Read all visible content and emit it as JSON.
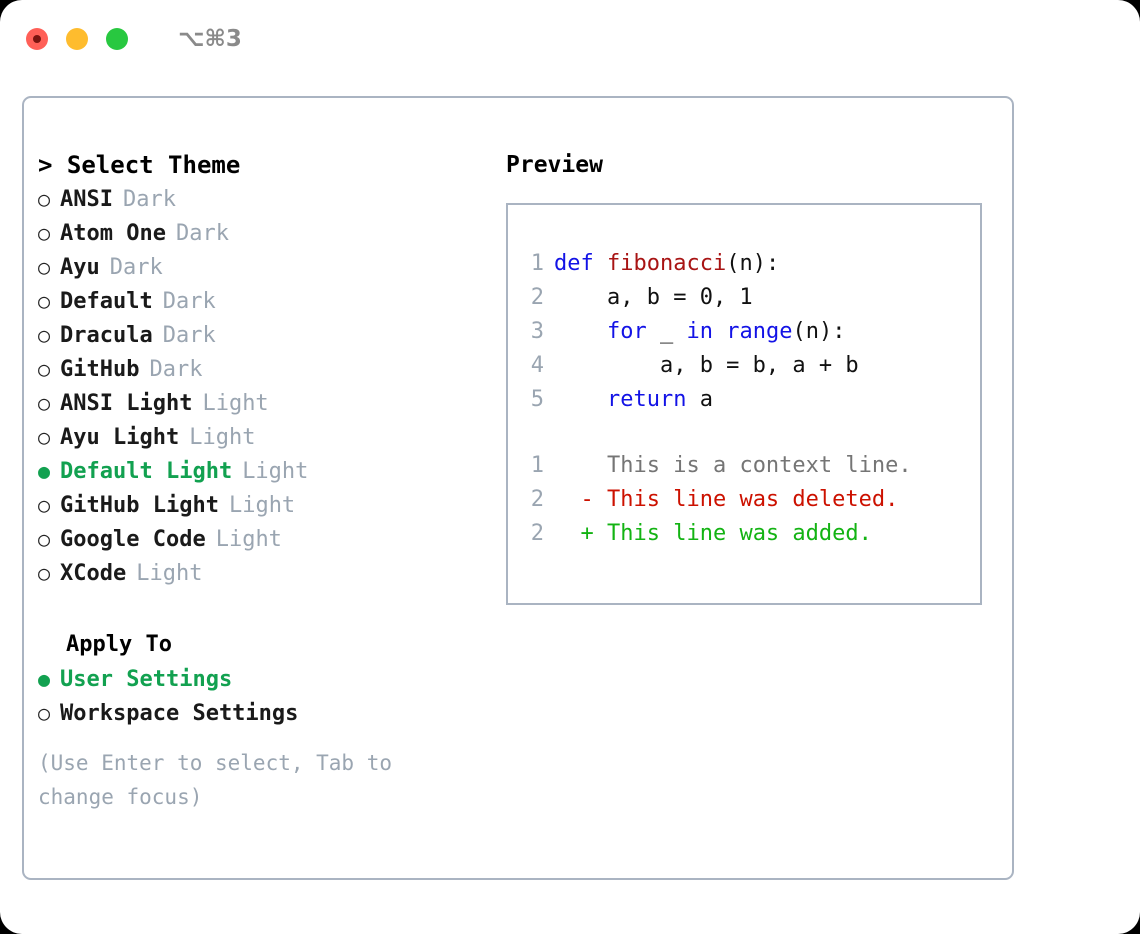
{
  "window": {
    "shortcut": "⌥⌘3",
    "traffic_lights": [
      {
        "name": "close",
        "color": "#ff5f57"
      },
      {
        "name": "minimize",
        "color": "#febc2e"
      },
      {
        "name": "maximize",
        "color": "#28c840"
      }
    ]
  },
  "theme_picker": {
    "header": "> Select Theme",
    "selected_bullet": "●",
    "unselected_bullet": "○",
    "accent_color": "#12a150",
    "items": [
      {
        "label": "ANSI",
        "suffix": "Dark",
        "selected": false
      },
      {
        "label": "Atom One",
        "suffix": "Dark",
        "selected": false
      },
      {
        "label": "Ayu",
        "suffix": "Dark",
        "selected": false
      },
      {
        "label": "Default",
        "suffix": "Dark",
        "selected": false
      },
      {
        "label": "Dracula",
        "suffix": "Dark",
        "selected": false
      },
      {
        "label": "GitHub",
        "suffix": "Dark",
        "selected": false
      },
      {
        "label": "ANSI Light",
        "suffix": "Light",
        "selected": false
      },
      {
        "label": "Ayu Light",
        "suffix": "Light",
        "selected": false
      },
      {
        "label": "Default Light",
        "suffix": "Light",
        "selected": true
      },
      {
        "label": "GitHub Light",
        "suffix": "Light",
        "selected": false
      },
      {
        "label": "Google Code",
        "suffix": "Light",
        "selected": false
      },
      {
        "label": "XCode",
        "suffix": "Light",
        "selected": false
      }
    ]
  },
  "apply_to": {
    "title": "Apply To",
    "items": [
      {
        "label": "User Settings",
        "selected": true
      },
      {
        "label": "Workspace Settings",
        "selected": false
      }
    ]
  },
  "hint": "(Use Enter to select, Tab to change focus)",
  "preview": {
    "title": "Preview",
    "code_lines": [
      {
        "num": "1",
        "tokens": [
          {
            "t": "def ",
            "c": "kw"
          },
          {
            "t": "fibonacci",
            "c": "fn"
          },
          {
            "t": "(n):",
            "c": "pl"
          }
        ]
      },
      {
        "num": "2",
        "tokens": [
          {
            "t": "    a, b = 0, 1",
            "c": "pl"
          }
        ]
      },
      {
        "num": "3",
        "tokens": [
          {
            "t": "    ",
            "c": "pl"
          },
          {
            "t": "for",
            "c": "kw"
          },
          {
            "t": " _ ",
            "c": "pl"
          },
          {
            "t": "in ",
            "c": "kw"
          },
          {
            "t": "range",
            "c": "kw"
          },
          {
            "t": "(n):",
            "c": "pl"
          }
        ]
      },
      {
        "num": "4",
        "tokens": [
          {
            "t": "        a, b = b, a + b",
            "c": "pl"
          }
        ]
      },
      {
        "num": "5",
        "tokens": [
          {
            "t": "    ",
            "c": "pl"
          },
          {
            "t": "return",
            "c": "kw"
          },
          {
            "t": " a",
            "c": "pl"
          }
        ]
      }
    ],
    "diff_lines": [
      {
        "num": "1",
        "marker": " ",
        "text": " This is a context line.",
        "kind": "ctx"
      },
      {
        "num": "2",
        "marker": "-",
        "text": " This line was deleted.",
        "kind": "del"
      },
      {
        "num": "2",
        "marker": "+",
        "text": " This line was added.",
        "kind": "add"
      }
    ]
  }
}
